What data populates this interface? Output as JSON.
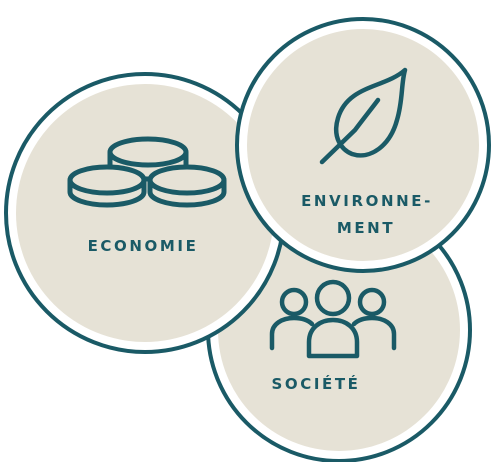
{
  "colors": {
    "circle_fill": "#e6e2d6",
    "outline": "#1a5a66",
    "label": "#1a5a66",
    "background": "#ffffff"
  },
  "circles": {
    "economie": {
      "icon": "stacked-coins-icon",
      "label": "ECONOMIE"
    },
    "environnement": {
      "icon": "leaf-icon",
      "label_line1": "ENVIRONNE-",
      "label_line2": "MENT"
    },
    "societe": {
      "icon": "group-of-people-icon",
      "label": "SOCIÉTÉ"
    }
  }
}
